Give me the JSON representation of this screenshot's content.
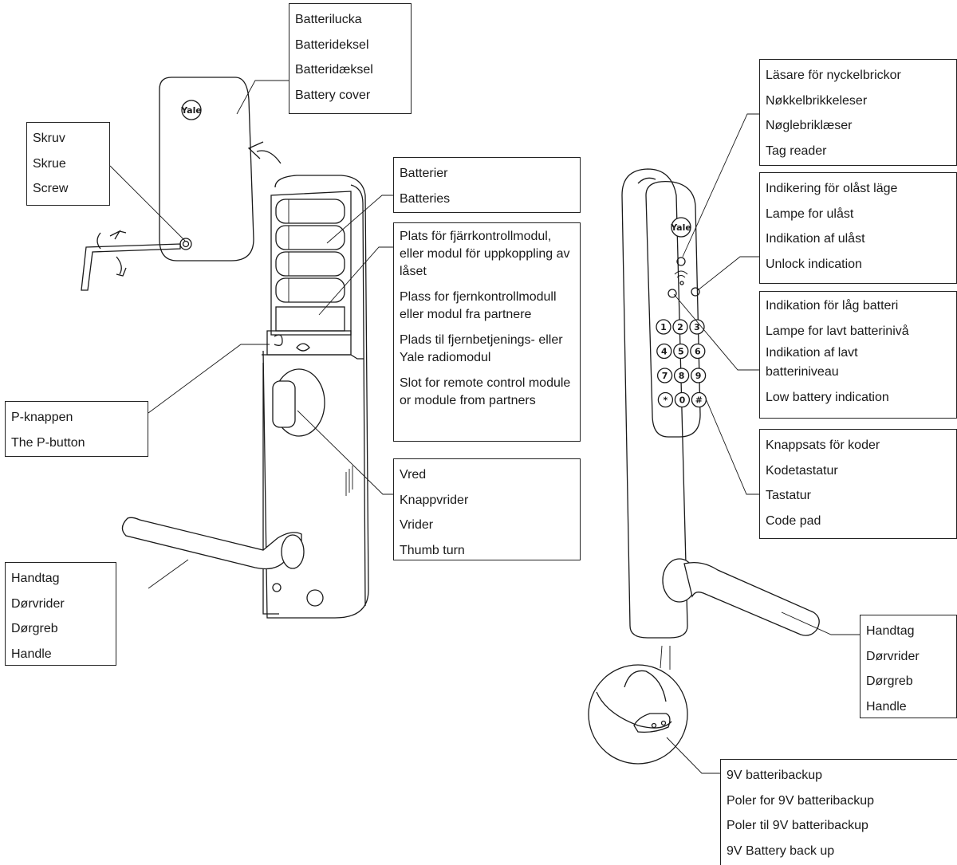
{
  "labels": {
    "battery_cover": [
      "Batterilucka",
      "Batterideksel",
      "Batteridæksel",
      "Battery cover"
    ],
    "screw": [
      "Skruv",
      "Skrue",
      "Screw"
    ],
    "batteries": [
      "Batterier",
      "Batteries"
    ],
    "module_slot": [
      "Plats för fjärrkontrollmodul, eller modul för uppkoppling av låset",
      "Plass for fjernkontrollmodull eller modul fra partnere",
      "Plads til fjernbetjenings- eller Yale radiomodul",
      "Slot for remote control module or module from partners"
    ],
    "p_button": [
      "P-knappen",
      "The P-button"
    ],
    "thumb_turn": [
      "Vred",
      "Knappvrider",
      "Vrider",
      "Thumb turn"
    ],
    "handle_left": [
      "Handtag",
      "Dørvrider",
      "Dørgreb",
      "Handle"
    ],
    "tag_reader": [
      "Läsare för nyckelbrickor",
      "Nøkkelbrikkeleser",
      "Nøglebriklæser",
      "Tag reader"
    ],
    "unlock_indication": [
      "Indikering för olåst läge",
      "Lampe for ulåst",
      "Indikation af ulåst",
      "Unlock indication"
    ],
    "low_battery": [
      "Indikation för låg batteri",
      "Lampe for lavt batterinivå",
      "Indikation af lavt batteriniveau",
      "Low battery indication"
    ],
    "code_pad": [
      "Knappsats för koder",
      "Kodetastatur",
      "Tastatur",
      "Code pad"
    ],
    "handle_right": [
      "Handtag",
      "Dørvrider",
      "Dørgreb",
      "Handle"
    ],
    "battery_backup": [
      "9V batteribackup",
      "Poler for 9V batteribackup",
      "Poler til 9V batteribackup",
      "9V Battery back up"
    ]
  },
  "brand": "Yale",
  "keypad_keys": [
    "1",
    "2",
    "3",
    "4",
    "5",
    "6",
    "7",
    "8",
    "9",
    "*",
    "0",
    "#"
  ]
}
